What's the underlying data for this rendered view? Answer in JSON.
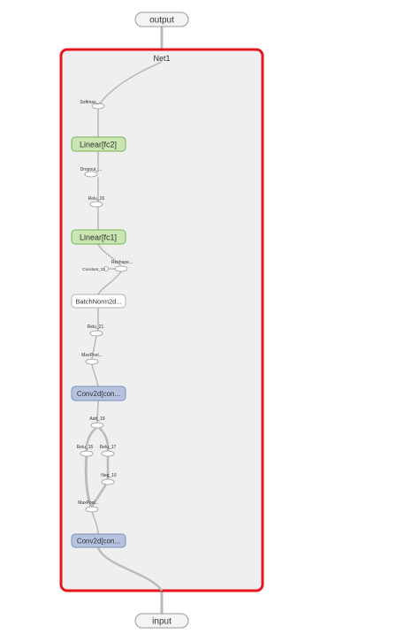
{
  "graph": {
    "title": "Net1",
    "input": "input",
    "output": "output",
    "nodes": {
      "softmax": "Softmax_...",
      "fc2": "Linear[fc2]",
      "dropout": "Dropout_...",
      "relu26": "Relu_26",
      "fc1": "Linear[fc1]",
      "constant": "Constant_23",
      "reshape": "Reshape...",
      "batchnorm": "BatchNorm2d...",
      "relu21": "Relu_21",
      "maxpool_top": "MaxPool...",
      "conv_top": "Conv2d[con...",
      "add18": "Add_18",
      "relu15": "Relu_15",
      "relu17": "Relu_17",
      "neg16": "Neg_16",
      "maxpool_bottom": "MaxPool...",
      "conv_bottom": "Conv2d[con..."
    }
  },
  "colors": {
    "selection_border": "#e8141e",
    "group_fill": "#efefef",
    "linear_fill": "#c9e6b3",
    "linear_stroke": "#7ab357",
    "conv_fill": "#b5c3e0",
    "conv_stroke": "#7d8fb8",
    "edge": "#bbbbbb"
  }
}
